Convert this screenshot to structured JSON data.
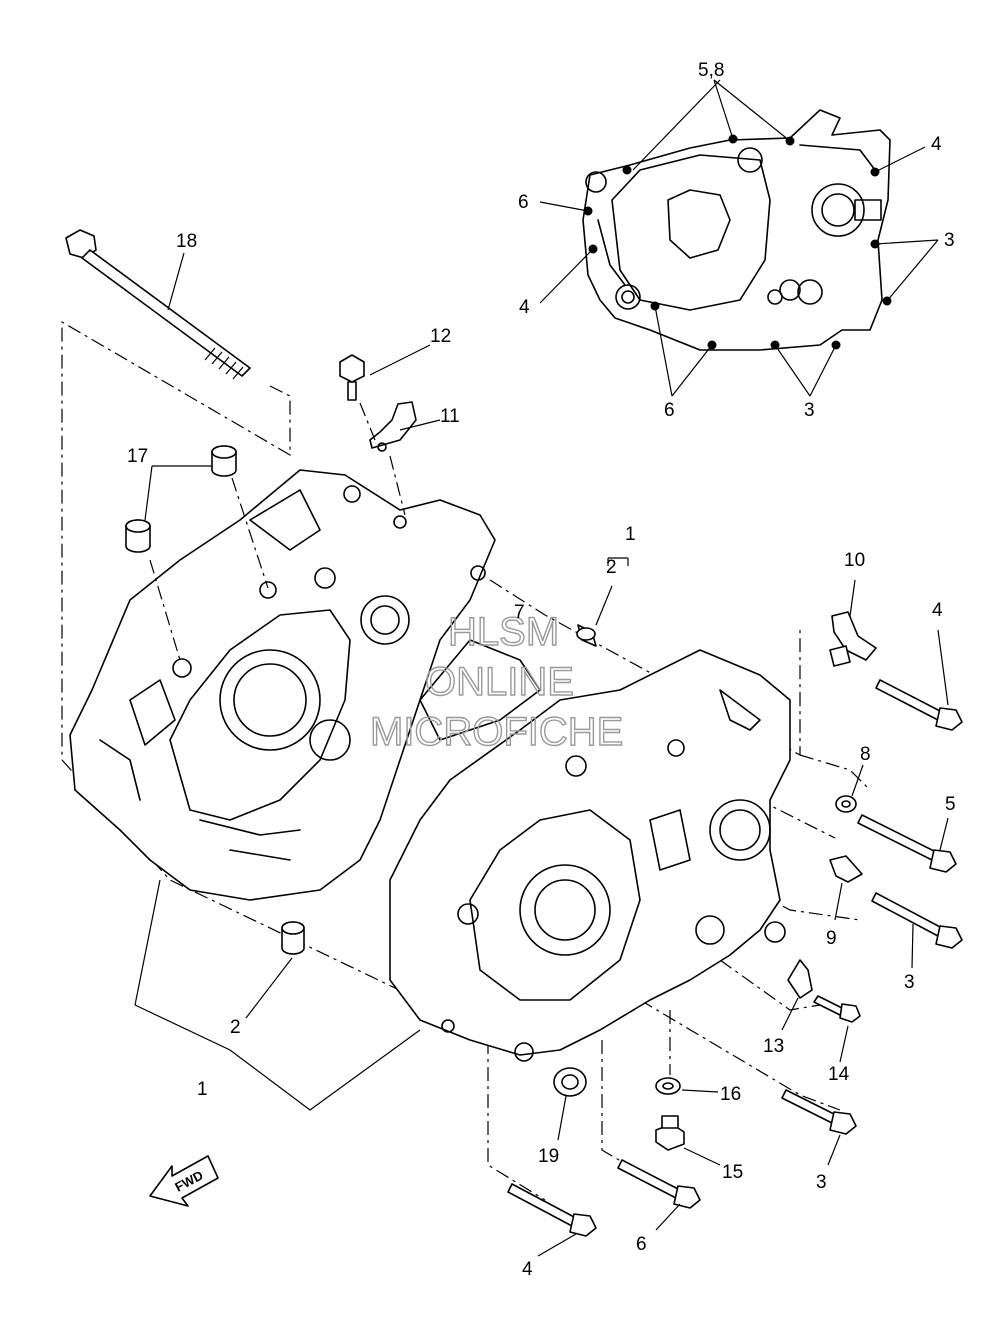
{
  "callouts": [
    {
      "id": "c-58",
      "text": "5,8"
    },
    {
      "id": "c-4a",
      "text": "4"
    },
    {
      "id": "c-6a",
      "text": "6"
    },
    {
      "id": "c-3a",
      "text": "3"
    },
    {
      "id": "c-4b",
      "text": "4"
    },
    {
      "id": "c-6b",
      "text": "6"
    },
    {
      "id": "c-3b",
      "text": "3"
    },
    {
      "id": "c-18",
      "text": "18"
    },
    {
      "id": "c-12",
      "text": "12"
    },
    {
      "id": "c-11",
      "text": "11"
    },
    {
      "id": "c-17",
      "text": "17"
    },
    {
      "id": "c-1a",
      "text": "1"
    },
    {
      "id": "c-2a",
      "text": "2"
    },
    {
      "id": "c-7",
      "text": "7"
    },
    {
      "id": "c-10",
      "text": "10"
    },
    {
      "id": "c-4c",
      "text": "4"
    },
    {
      "id": "c-8",
      "text": "8"
    },
    {
      "id": "c-5",
      "text": "5"
    },
    {
      "id": "c-9",
      "text": "9"
    },
    {
      "id": "c-3c",
      "text": "3"
    },
    {
      "id": "c-2b",
      "text": "2"
    },
    {
      "id": "c-1b",
      "text": "1"
    },
    {
      "id": "c-13",
      "text": "13"
    },
    {
      "id": "c-14",
      "text": "14"
    },
    {
      "id": "c-16",
      "text": "16"
    },
    {
      "id": "c-15",
      "text": "15"
    },
    {
      "id": "c-3d",
      "text": "3"
    },
    {
      "id": "c-19",
      "text": "19"
    },
    {
      "id": "c-6c",
      "text": "6"
    },
    {
      "id": "c-4d",
      "text": "4"
    }
  ],
  "watermark": {
    "line1": "HLSM",
    "line2": "ONLINE",
    "line3": "MICROFICHE"
  },
  "fwd_label": "FWD"
}
